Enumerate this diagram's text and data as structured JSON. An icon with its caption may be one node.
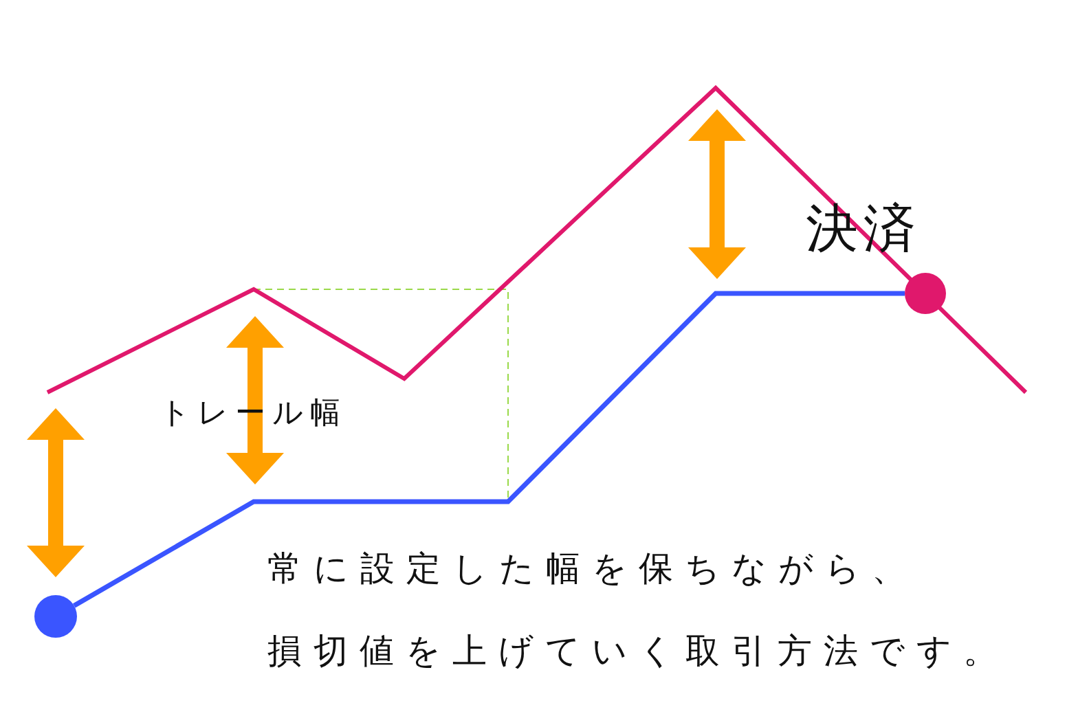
{
  "diagram": {
    "nodes": [
      {
        "text": [],
        "shape": "circle"
      },
      {
        "text": [],
        "shape": "circle"
      }
    ],
    "edges": [
      {
        "from": 0,
        "to": 1,
        "arrow": "none"
      }
    ],
    "labels": [
      "決済",
      "トレール幅",
      "常に設定した幅を保ちながら、",
      "損切値を上げていく取引方法です。"
    ]
  }
}
